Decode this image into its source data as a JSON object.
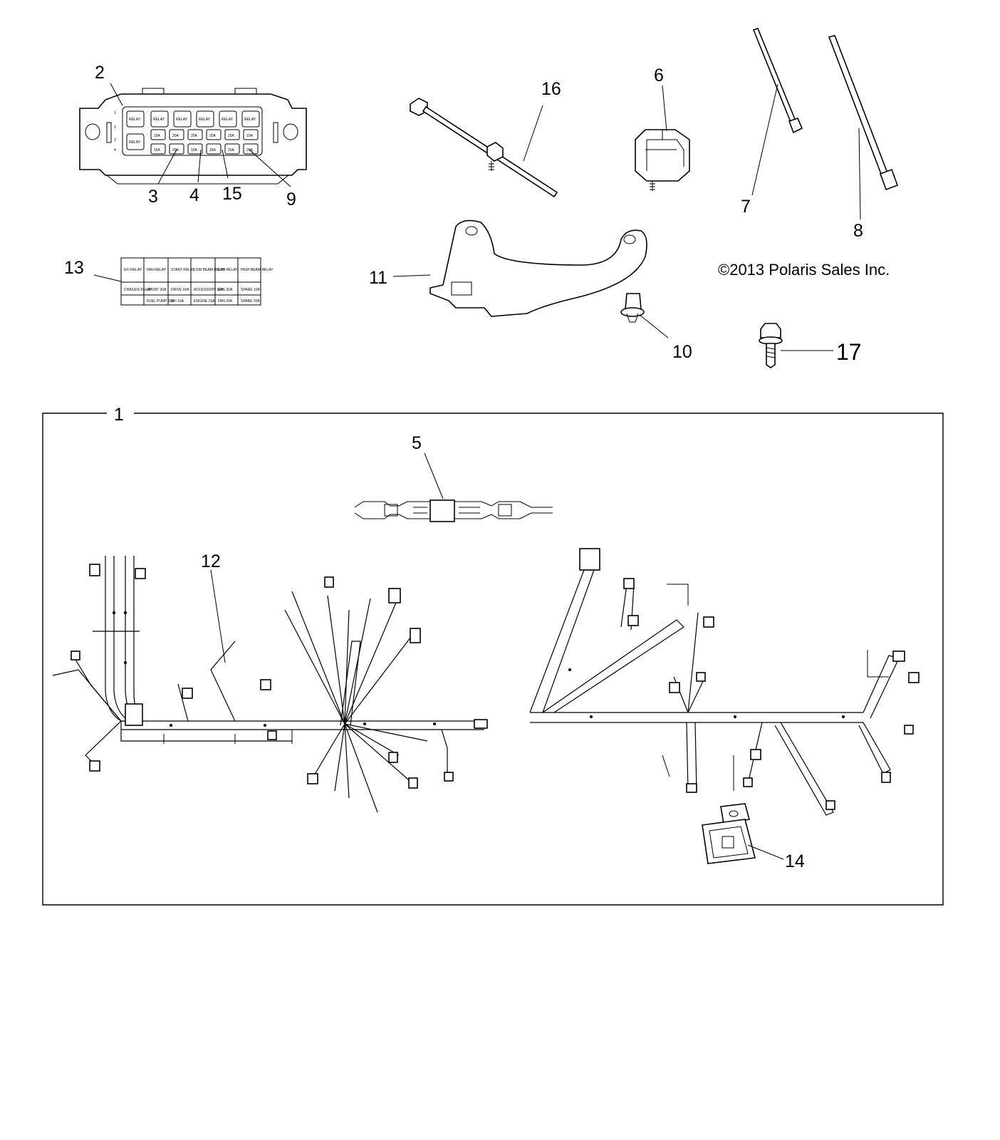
{
  "callouts": {
    "c1": "1",
    "c2": "2",
    "c3": "3",
    "c4": "4",
    "c5": "5",
    "c6": "6",
    "c7": "7",
    "c8": "8",
    "c9": "9",
    "c10": "10",
    "c11": "11",
    "c12": "12",
    "c13": "13",
    "c14": "14",
    "c15": "15",
    "c16": "16",
    "c17": "17"
  },
  "copyright": "©2013 Polaris Sales Inc.",
  "fuse_box": {
    "side_numbers": [
      "1",
      "2",
      "3",
      "4"
    ],
    "relay_labels": [
      "RELAY",
      "RELAY",
      "RELAY",
      "RELAY",
      "RELAY",
      "RELAY",
      "RELAY"
    ],
    "fuse_labels": [
      "20A",
      "20A",
      "20A",
      "20A",
      "20A",
      "10A",
      "15A",
      "20A",
      "10A",
      "15A",
      "20A",
      "20A"
    ]
  },
  "decal_13": {
    "rows": [
      [
        "EFI RELAY",
        "FAN RELAY",
        "START RELAY",
        "LOW BEAM RELAY",
        "EPS RELAY",
        "HIGH BEAM RELAY"
      ],
      [
        "CHASSIS RELAY",
        "FRONT 20A",
        "DRIVE 20A",
        "ACCESSORY 20A",
        "EPS 30A",
        "SPARE 10A"
      ],
      [
        "",
        "FUEL PUMP 15A",
        "EFI 10A",
        "ENGINE 15A",
        "FAN 20A",
        "SPARE 20A"
      ]
    ]
  }
}
